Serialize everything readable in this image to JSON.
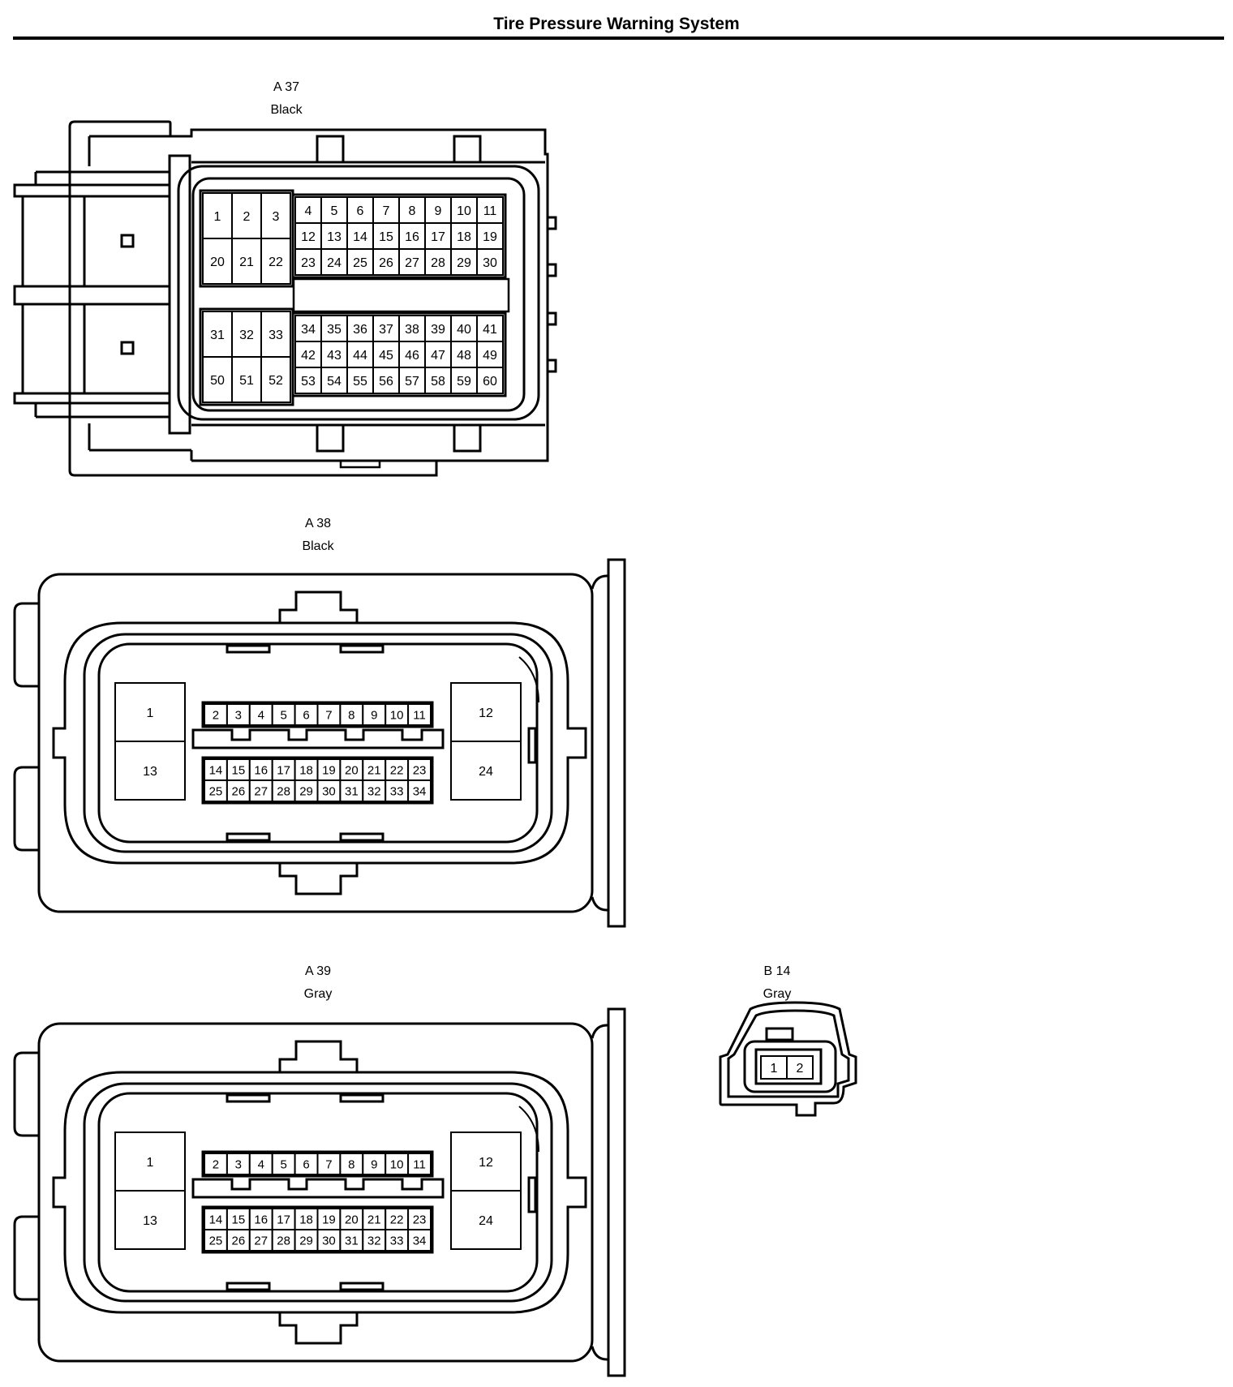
{
  "page": {
    "title": "Tire Pressure Warning System"
  },
  "connectors": [
    {
      "id": "a37",
      "label": "A 37",
      "color": "Black"
    },
    {
      "id": "a38",
      "label": "A 38",
      "color": "Black"
    },
    {
      "id": "a39",
      "label": "A 39",
      "color": "Gray"
    },
    {
      "id": "b14",
      "label": "B 14",
      "color": "Gray"
    }
  ],
  "pins": {
    "a37": {
      "left_upper": [
        [
          "1",
          "2",
          "3"
        ],
        [
          "20",
          "21",
          "22"
        ]
      ],
      "left_lower": [
        [
          "31",
          "32",
          "33"
        ],
        [
          "50",
          "51",
          "52"
        ]
      ],
      "right_upper": [
        [
          "4",
          "5",
          "6",
          "7",
          "8",
          "9",
          "10",
          "11"
        ],
        [
          "12",
          "13",
          "14",
          "15",
          "16",
          "17",
          "18",
          "19"
        ],
        [
          "23",
          "24",
          "25",
          "26",
          "27",
          "28",
          "29",
          "30"
        ]
      ],
      "right_lower": [
        [
          "34",
          "35",
          "36",
          "37",
          "38",
          "39",
          "40",
          "41"
        ],
        [
          "42",
          "43",
          "44",
          "45",
          "46",
          "47",
          "48",
          "49"
        ],
        [
          "53",
          "54",
          "55",
          "56",
          "57",
          "58",
          "59",
          "60"
        ]
      ]
    },
    "a38": {
      "large_left": [
        "1",
        "13"
      ],
      "large_right": [
        "12",
        "24"
      ],
      "top_row": [
        "2",
        "3",
        "4",
        "5",
        "6",
        "7",
        "8",
        "9",
        "10",
        "11"
      ],
      "mid_row": [
        "14",
        "15",
        "16",
        "17",
        "18",
        "19",
        "20",
        "21",
        "22",
        "23"
      ],
      "bottom_row": [
        "25",
        "26",
        "27",
        "28",
        "29",
        "30",
        "31",
        "32",
        "33",
        "34"
      ]
    },
    "a39": {
      "large_left": [
        "1",
        "13"
      ],
      "large_right": [
        "12",
        "24"
      ],
      "top_row": [
        "2",
        "3",
        "4",
        "5",
        "6",
        "7",
        "8",
        "9",
        "10",
        "11"
      ],
      "mid_row": [
        "14",
        "15",
        "16",
        "17",
        "18",
        "19",
        "20",
        "21",
        "22",
        "23"
      ],
      "bottom_row": [
        "25",
        "26",
        "27",
        "28",
        "29",
        "30",
        "31",
        "32",
        "33",
        "34"
      ]
    },
    "b14": [
      "1",
      "2"
    ]
  }
}
